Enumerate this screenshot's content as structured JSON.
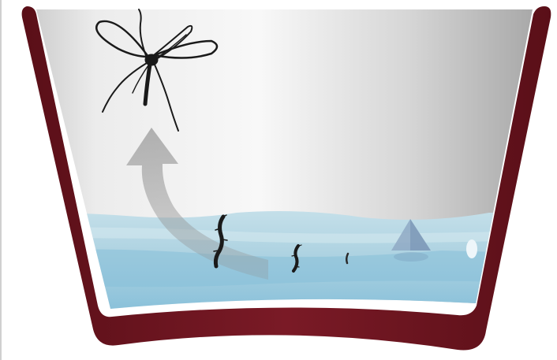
{
  "diagram": {
    "kind": "mosquito-breeding-container-illustration",
    "elements": [
      {
        "name": "container",
        "icon": "bucket-cross-section-icon"
      },
      {
        "name": "adult-mosquito",
        "icon": "mosquito-icon"
      },
      {
        "name": "emergence-arrow",
        "icon": "curved-up-arrow-icon"
      },
      {
        "name": "larva-large",
        "icon": "larva-icon"
      },
      {
        "name": "larva-medium",
        "icon": "larva-icon"
      },
      {
        "name": "larva-small",
        "icon": "larva-icon"
      },
      {
        "name": "pupa",
        "icon": "pupa-icon"
      },
      {
        "name": "egg",
        "icon": "egg-icon"
      }
    ],
    "colors": {
      "container_wall": "#6b1520",
      "water_surface": "#bcd9e6",
      "water_deep": "#7fbad6",
      "arrow": "#9a9a9a",
      "insect": "#1a1a1a",
      "background_light": "#f7f7f7",
      "background_shade": "#b8b8b8"
    }
  }
}
